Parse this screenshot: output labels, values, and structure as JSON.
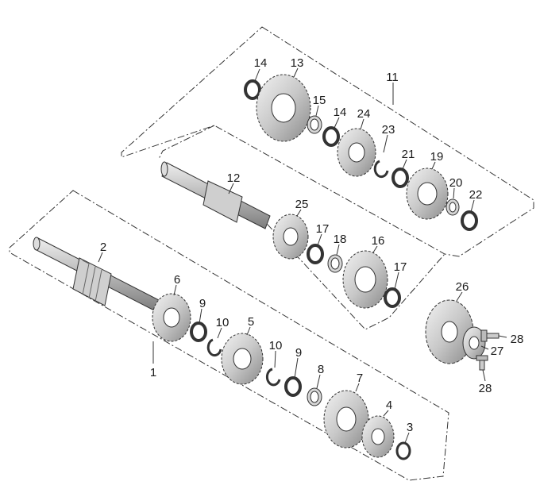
{
  "callouts": [
    {
      "id": "c14a",
      "label": "14"
    },
    {
      "id": "c13",
      "label": "13"
    },
    {
      "id": "c11",
      "label": "11"
    },
    {
      "id": "c15",
      "label": "15"
    },
    {
      "id": "c14b",
      "label": "14"
    },
    {
      "id": "c24",
      "label": "24"
    },
    {
      "id": "c23",
      "label": "23"
    },
    {
      "id": "c21",
      "label": "21"
    },
    {
      "id": "c19",
      "label": "19"
    },
    {
      "id": "c20",
      "label": "20"
    },
    {
      "id": "c22",
      "label": "22"
    },
    {
      "id": "c12",
      "label": "12"
    },
    {
      "id": "c25",
      "label": "25"
    },
    {
      "id": "c17a",
      "label": "17"
    },
    {
      "id": "c18",
      "label": "18"
    },
    {
      "id": "c16",
      "label": "16"
    },
    {
      "id": "c17b",
      "label": "17"
    },
    {
      "id": "c2",
      "label": "2"
    },
    {
      "id": "c6",
      "label": "6"
    },
    {
      "id": "c9a",
      "label": "9"
    },
    {
      "id": "c10a",
      "label": "10"
    },
    {
      "id": "c5",
      "label": "5"
    },
    {
      "id": "c10b",
      "label": "10"
    },
    {
      "id": "c9b",
      "label": "9"
    },
    {
      "id": "c8",
      "label": "8"
    },
    {
      "id": "c7",
      "label": "7"
    },
    {
      "id": "c4",
      "label": "4"
    },
    {
      "id": "c3",
      "label": "3"
    },
    {
      "id": "c1",
      "label": "1"
    },
    {
      "id": "c26",
      "label": "26"
    },
    {
      "id": "c28a",
      "label": "28"
    },
    {
      "id": "c27",
      "label": "27"
    },
    {
      "id": "c28b",
      "label": "28"
    }
  ]
}
